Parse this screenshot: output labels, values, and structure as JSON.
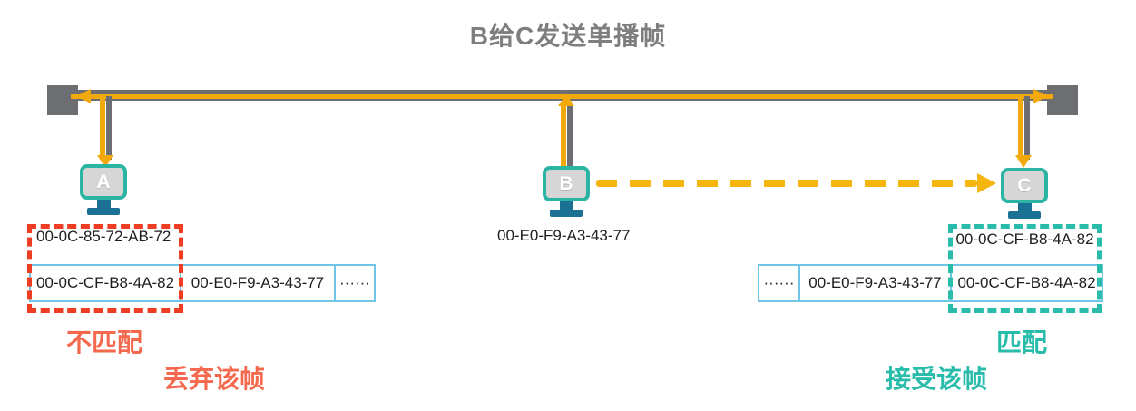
{
  "title": "B给C发送单播帧",
  "hosts": [
    {
      "id": "A",
      "label": "A",
      "mac": "00-0C-85-72-AB-72"
    },
    {
      "id": "B",
      "label": "B",
      "mac": "00-E0-F9-A3-43-77"
    },
    {
      "id": "C",
      "label": "C",
      "mac": "00-0C-CF-B8-4A-82"
    }
  ],
  "frames": {
    "left": [
      "00-0C-CF-B8-4A-82",
      "00-E0-F9-A3-43-77",
      "······"
    ],
    "right": [
      "······",
      "00-E0-F9-A3-43-77",
      "00-0C-CF-B8-4A-82"
    ]
  },
  "annotations": {
    "mismatch": "不匹配",
    "discard": "丢弃该帧",
    "match": "匹配",
    "accept": "接受该帧"
  },
  "colors": {
    "title_gray": "#7D7E80",
    "bus_gray": "#6D6E71",
    "signal_yellow": "#F2A90B",
    "dash_yellow": "#F5B40E",
    "monitor_teal": "#2BB3A3",
    "monitor_screen": "#D6D6D6",
    "monitor_stand": "#1A7193",
    "frame_blue": "#6FC4E8",
    "mismatch_red": "#EE3D23",
    "mismatch_text": "#F4694E",
    "match_teal": "#29BCAB"
  }
}
